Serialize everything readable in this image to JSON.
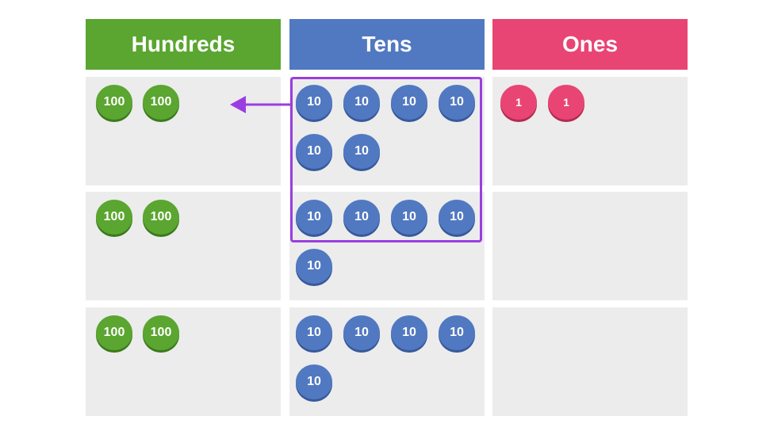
{
  "headers": {
    "hundreds": "Hundreds",
    "tens": "Tens",
    "ones": "Ones"
  },
  "colors": {
    "hundreds": "#5aa630",
    "tens": "#5179c1",
    "ones": "#e84574",
    "highlight": "#9a3ee0"
  },
  "counter_labels": {
    "hundred": "100",
    "ten": "10",
    "one": "1"
  },
  "rows": [
    {
      "hundreds": 2,
      "tens": 6,
      "ones": 2
    },
    {
      "hundreds": 2,
      "tens": 5,
      "ones": 0
    },
    {
      "hundreds": 2,
      "tens": 5,
      "ones": 0
    }
  ],
  "annotation": {
    "highlighted_tens": 10,
    "arrow_direction": "left",
    "arrow_icon": "arrow-left-icon"
  }
}
